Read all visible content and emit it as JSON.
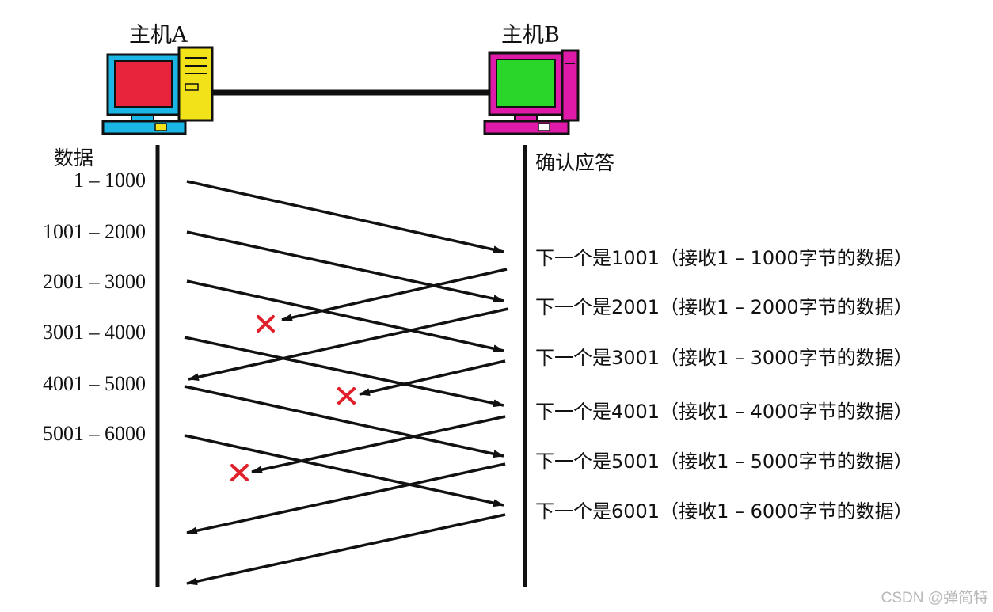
{
  "host_a": {
    "label": "主机A",
    "screen_color": "#e8243c",
    "monitor_color": "#1bb6e6",
    "tower_color": "#f2e21a"
  },
  "host_b": {
    "label": "主机B",
    "screen_color": "#2bd62b",
    "monitor_color": "#e01aa8"
  },
  "left_column": {
    "title": "数据",
    "segments": [
      "1 – 1000",
      "1001 – 2000",
      "2001 – 3000",
      "3001 – 4000",
      "4001 – 5000",
      "5001 – 6000"
    ]
  },
  "right_column": {
    "title": "确认应答",
    "acks": [
      "下一个是1001（接收1 – 1000字节的数据）",
      "下一个是2001（接收1 – 2000字节的数据）",
      "下一个是3001（接收1 – 3000字节的数据）",
      "下一个是4001（接收1 – 4000字节的数据）",
      "下一个是5001（接收1 – 5000字节的数据）",
      "下一个是6001（接收1 – 6000字节的数据）"
    ]
  },
  "lost_ack_marker": "×",
  "lost_ack_color": "#e0202a",
  "watermark": "CSDN @弹简特"
}
